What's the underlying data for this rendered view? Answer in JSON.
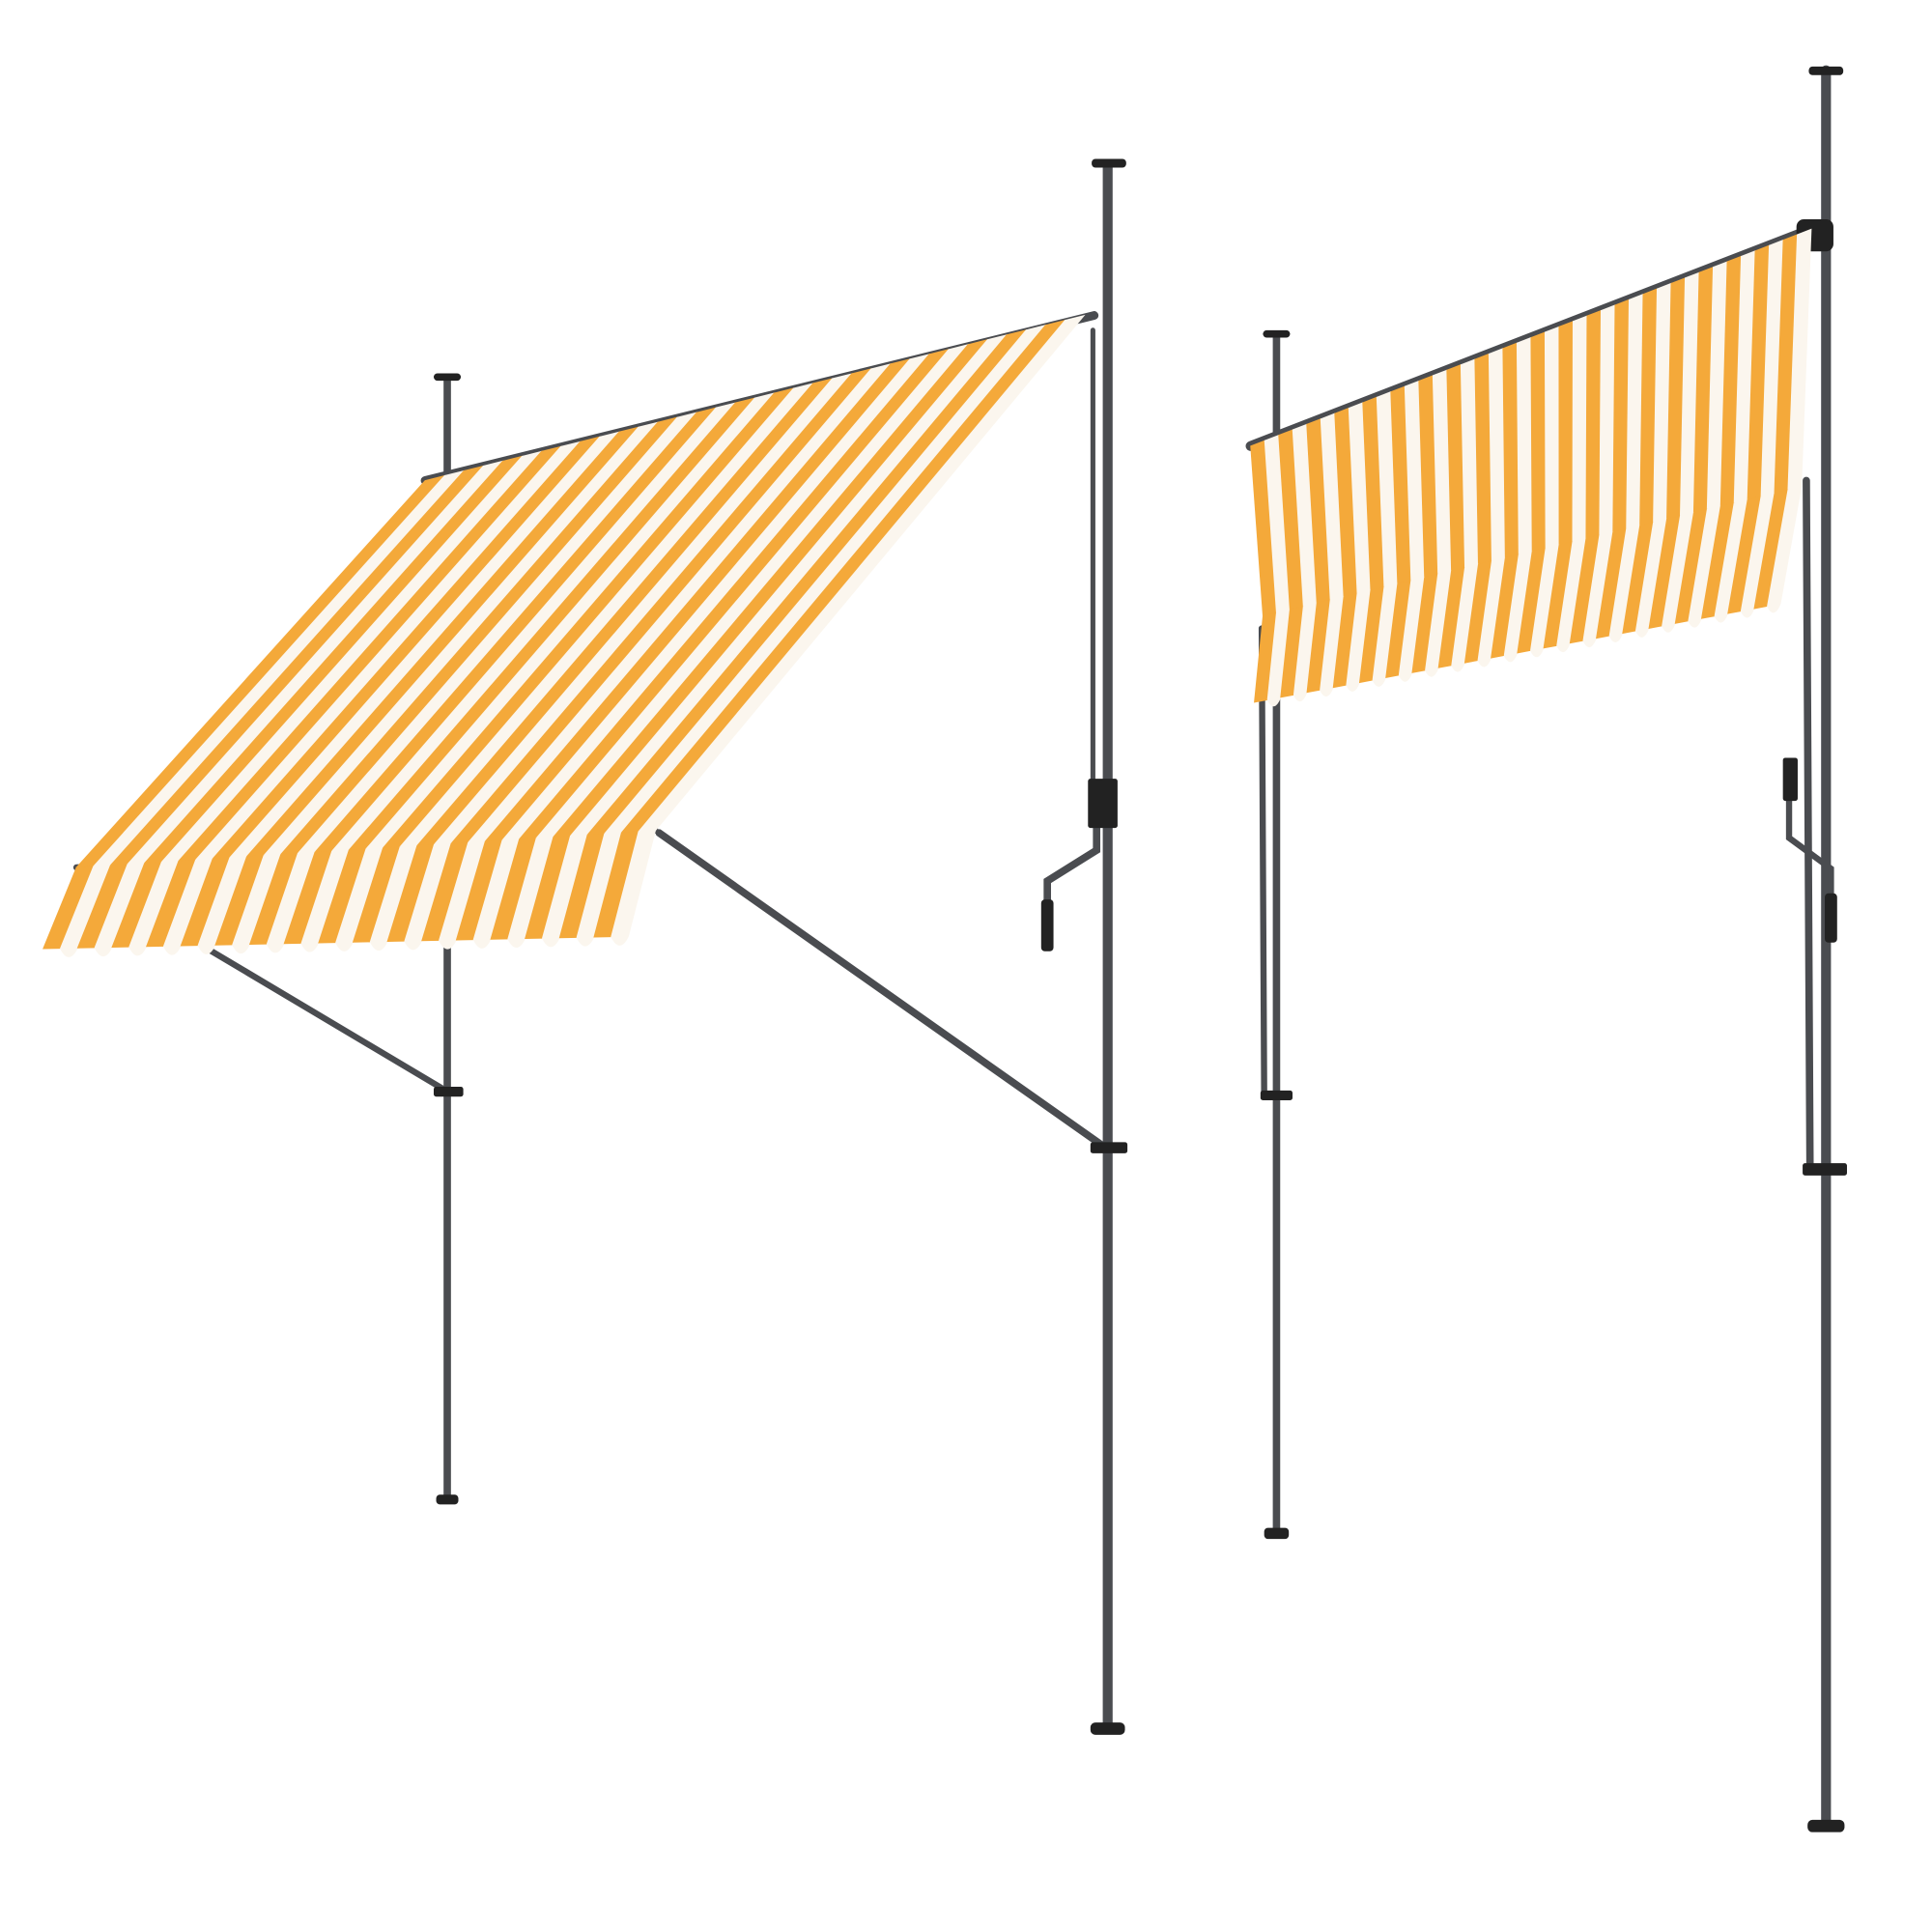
{
  "scene": {
    "background": "#ffffff",
    "fabric_colors": [
      "#f4a93a",
      "#fbf6ee"
    ],
    "frame_color": "#4a4c50",
    "left_awning": {
      "state": "extended",
      "stripe_count": 34
    },
    "right_awning": {
      "state": "lowered",
      "stripe_count": 40
    }
  }
}
